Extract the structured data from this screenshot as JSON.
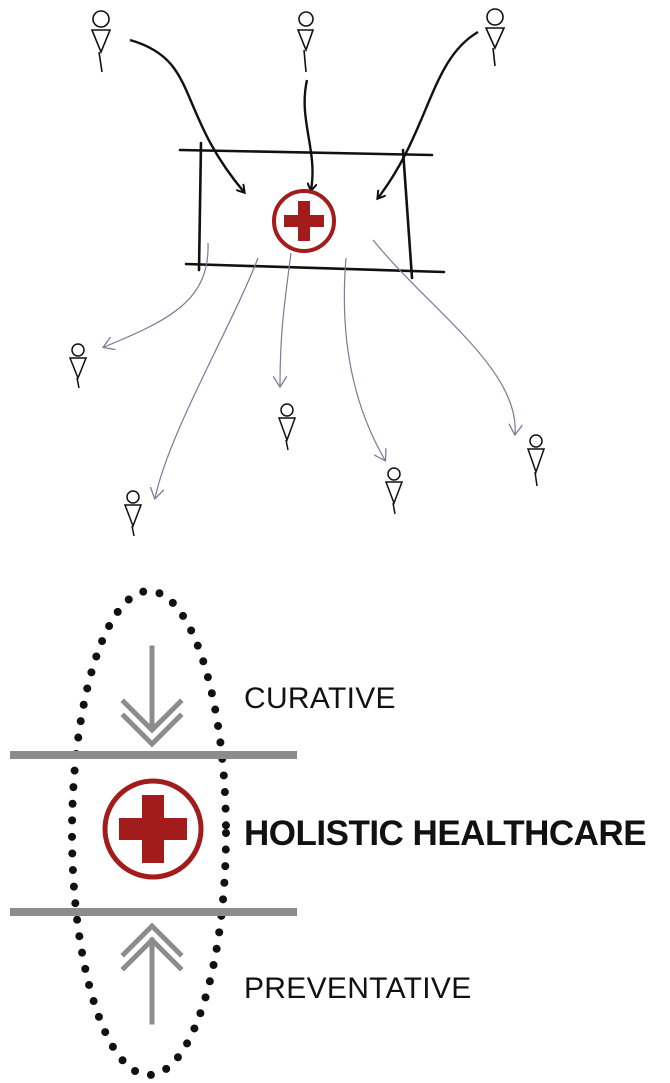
{
  "labels": {
    "curative": "CURATIVE",
    "holistic": "HOLISTIC HEALTHCARE",
    "preventative": "PREVENTATIVE"
  },
  "colors": {
    "cross": "#a31c1c",
    "ink": "#111111",
    "bar": "#8c8c8c"
  },
  "icons": {
    "medical": "red-cross-in-circle",
    "person": "person-sketch"
  }
}
